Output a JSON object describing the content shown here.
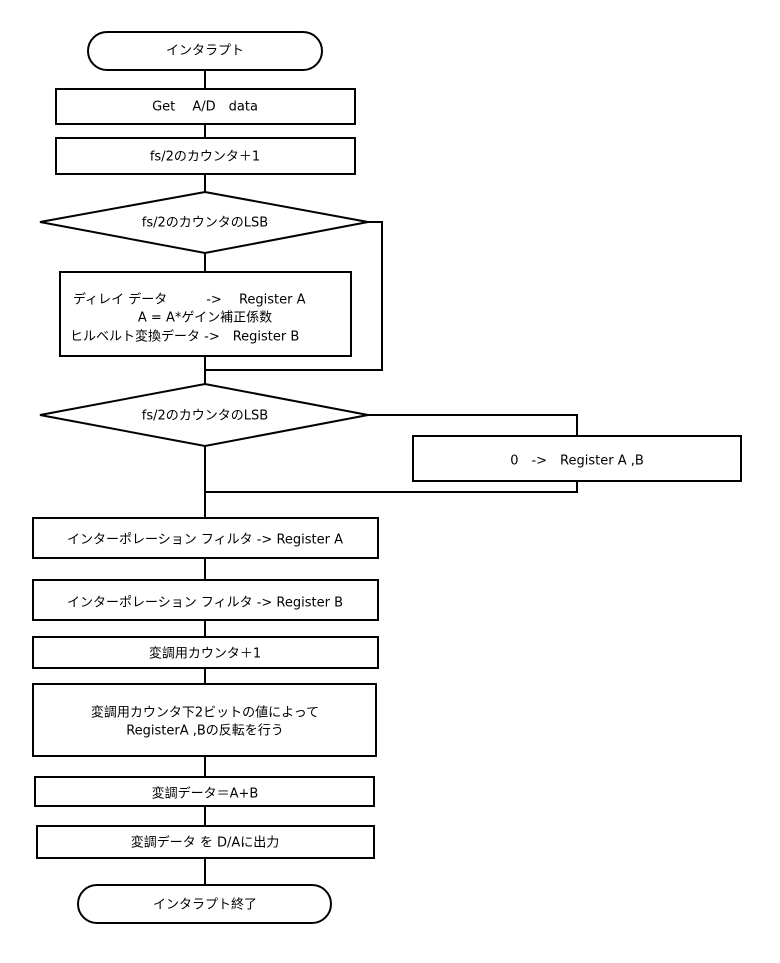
{
  "flowchart": {
    "start": "インタラプト",
    "get_ad": "Get　 A/D　data",
    "counter_inc": "fs/2のカウンタ＋1",
    "decision1": "fs/2のカウンタのLSB",
    "process_block": [
      "ディレイ データ　　　->　 Register A",
      "A = A*ゲイン補正係数",
      "ヒルベルト変換データ ->　Register B"
    ],
    "decision2": "fs/2のカウンタのLSB",
    "zero_assign": "0　->　Register A ,B",
    "interp_a": "インターポレーション フィルタ -> Register A",
    "interp_b": "インターポレーション フィルタ -> Register B",
    "mod_counter_inc": "変調用カウンタ＋1",
    "invert_block": [
      "変調用カウンタ下2ビットの値によって",
      "RegisterA ,Bの反転を行う"
    ],
    "mod_data": "変調データ＝A+B",
    "output_da": "変調データ を D/Aに出力",
    "end": "インタラプト終了"
  }
}
